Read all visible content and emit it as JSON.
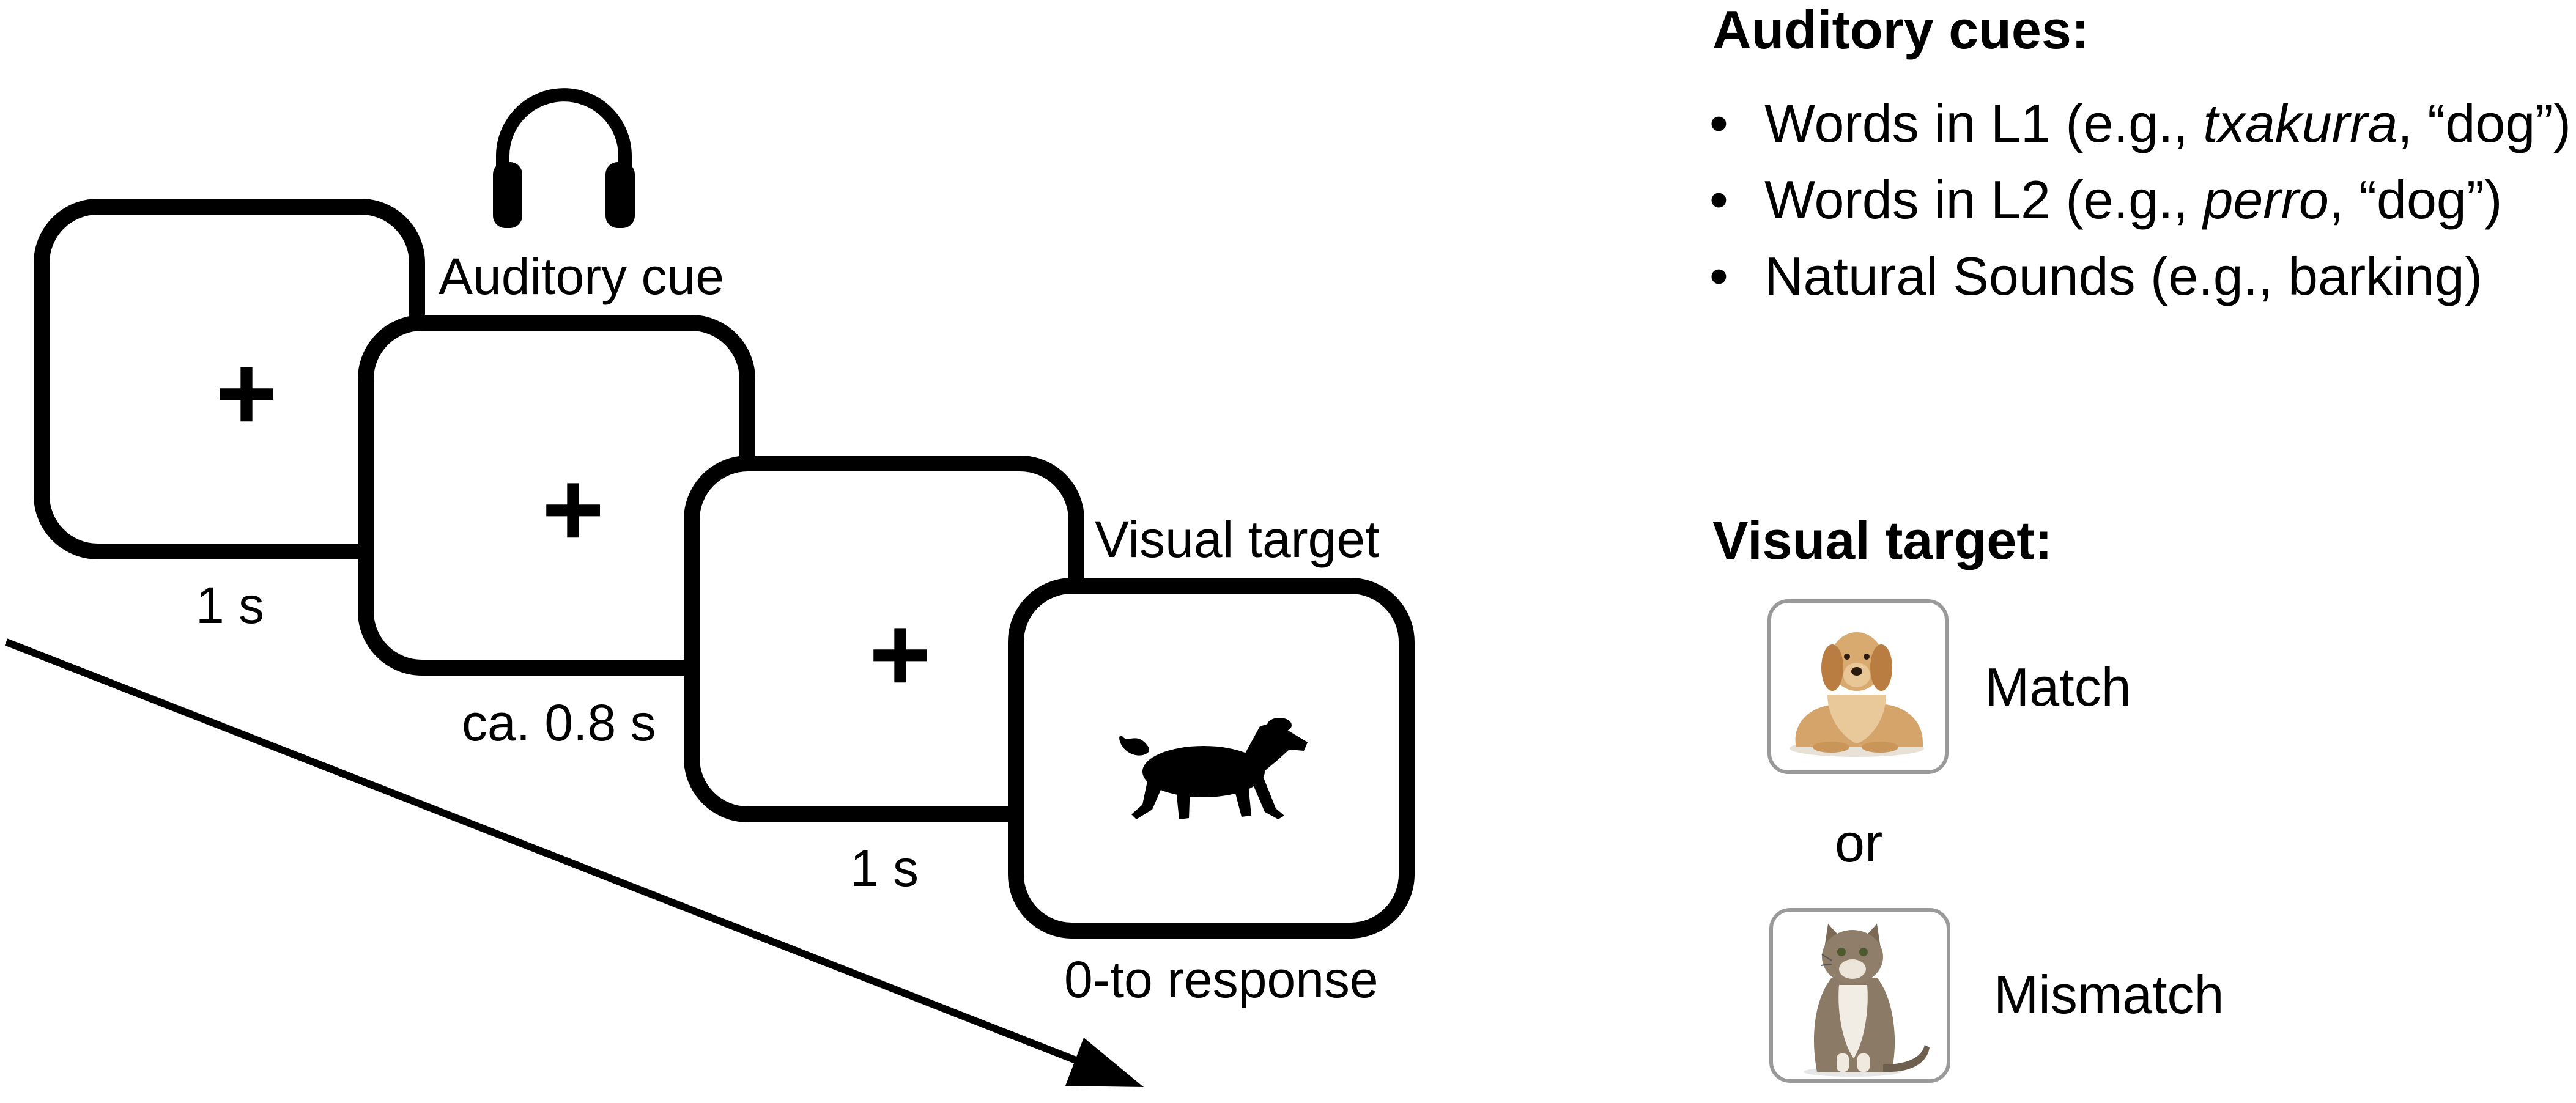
{
  "timeline": {
    "frames": [
      {
        "fixation": "+",
        "duration": "1 s"
      },
      {
        "fixation": "+",
        "duration": "ca. 0.8 s",
        "label": "Auditory cue"
      },
      {
        "fixation": "+",
        "duration": "1 s"
      },
      {
        "duration": "0-to response",
        "label": "Visual target"
      }
    ]
  },
  "legend": {
    "auditory": {
      "title": "Auditory cues:",
      "items": [
        {
          "pre": "Words in L1 (e.g., ",
          "em": "txakurra",
          "post": ", “dog”)"
        },
        {
          "pre": "Words in L2 (e.g., ",
          "em": "perro",
          "post": ", “dog”)"
        },
        {
          "pre": "Natural Sounds (e.g., barking)",
          "em": "",
          "post": ""
        }
      ]
    },
    "visual": {
      "title": "Visual target:",
      "match_label": "Match",
      "or_label": "or",
      "mismatch_label": "Mismatch"
    }
  },
  "icons": [
    "headphones-icon",
    "dog-silhouette-icon",
    "dog-photo-icon",
    "cat-photo-icon",
    "arrow-icon"
  ]
}
